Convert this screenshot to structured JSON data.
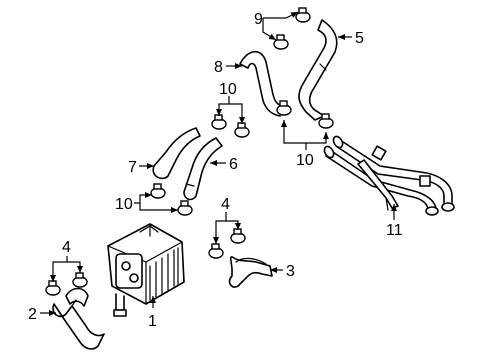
{
  "callouts": [
    {
      "id": "1",
      "text": "1"
    },
    {
      "id": "2",
      "text": "2"
    },
    {
      "id": "3",
      "text": "3"
    },
    {
      "id": "4a",
      "text": "4"
    },
    {
      "id": "4b",
      "text": "4"
    },
    {
      "id": "5",
      "text": "5"
    },
    {
      "id": "6",
      "text": "6"
    },
    {
      "id": "7",
      "text": "7"
    },
    {
      "id": "8",
      "text": "8"
    },
    {
      "id": "9",
      "text": "9"
    },
    {
      "id": "10a",
      "text": "10"
    },
    {
      "id": "10b",
      "text": "10"
    },
    {
      "id": "10c",
      "text": "10"
    },
    {
      "id": "11",
      "text": "11"
    }
  ],
  "colors": {
    "line": "#000000",
    "fill": "#ffffff"
  }
}
